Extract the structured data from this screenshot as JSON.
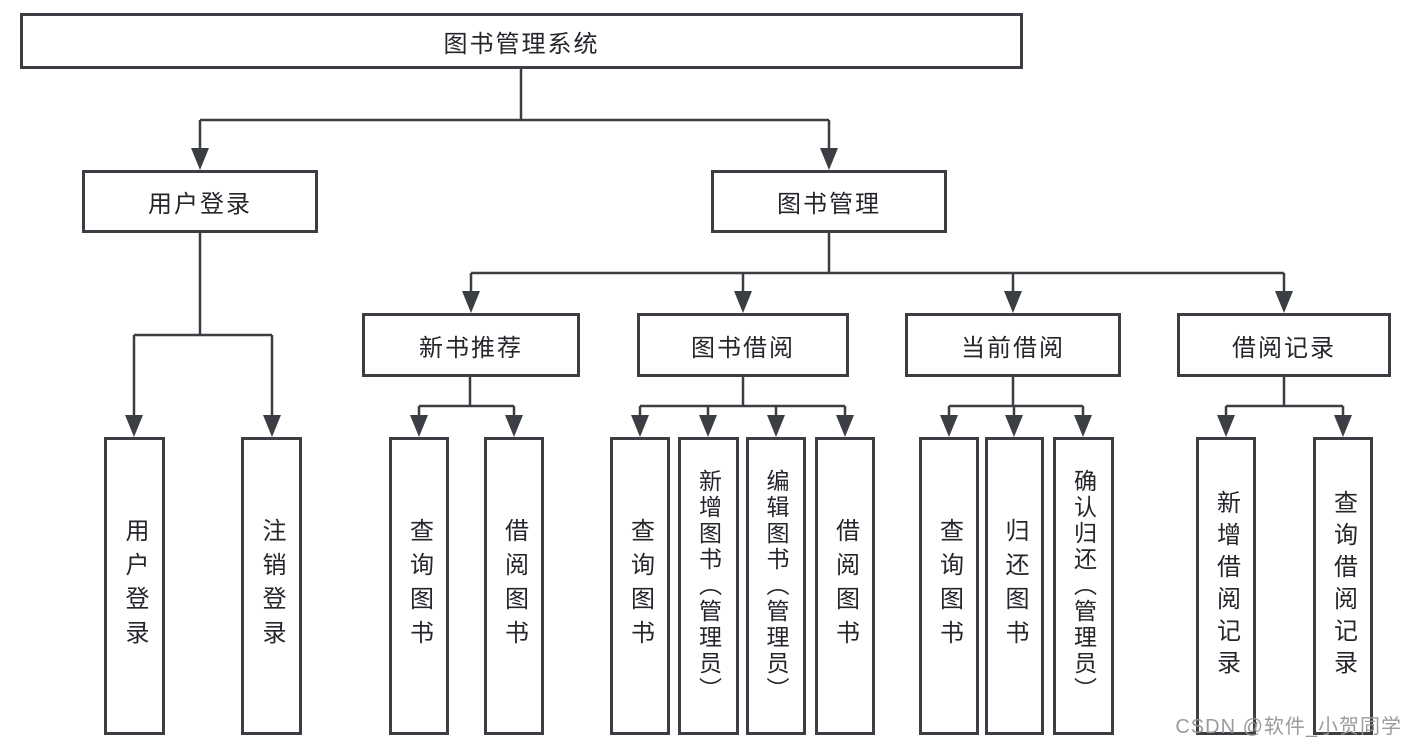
{
  "diagram": {
    "type": "tree",
    "root": {
      "label": "图书管理系统"
    },
    "level2": [
      {
        "label": "用户登录",
        "children": [
          {
            "label": "用户登录"
          },
          {
            "label": "注销登录"
          }
        ]
      },
      {
        "label": "图书管理",
        "children": [
          {
            "label": "新书推荐",
            "children": [
              {
                "label": "查询图书"
              },
              {
                "label": "借阅图书"
              }
            ]
          },
          {
            "label": "图书借阅",
            "children": [
              {
                "label": "查询图书"
              },
              {
                "label": "新增图书（管理员）"
              },
              {
                "label": "编辑图书（管理员）"
              },
              {
                "label": "借阅图书"
              }
            ]
          },
          {
            "label": "当前借阅",
            "children": [
              {
                "label": "查询图书"
              },
              {
                "label": "归还图书"
              },
              {
                "label": "确认归还（管理员）"
              }
            ]
          },
          {
            "label": "借阅记录",
            "children": [
              {
                "label": "新增借阅记录"
              },
              {
                "label": "查询借阅记录"
              }
            ]
          }
        ]
      }
    ]
  },
  "watermark": {
    "text": "CSDN @软件_小贺同学"
  },
  "colors": {
    "line": "#3b3e43",
    "text": "#24262b",
    "background": "#ffffff",
    "box_fill": "#ffffff",
    "watermark": "#969696"
  }
}
